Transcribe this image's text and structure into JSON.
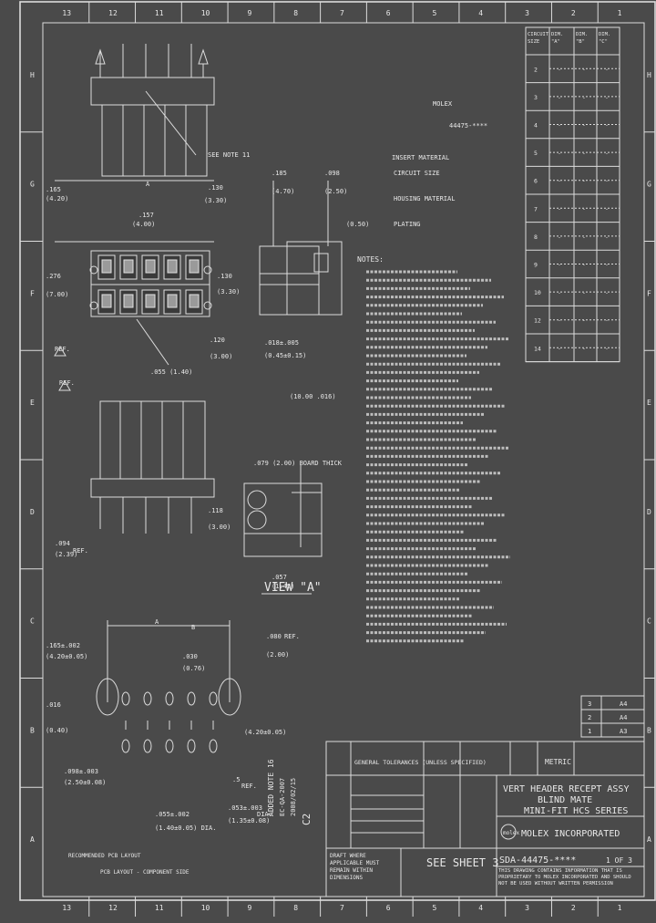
{
  "zone_cols": [
    "13",
    "12",
    "11",
    "10",
    "9",
    "8",
    "7",
    "6",
    "5",
    "4",
    "3",
    "2",
    "1"
  ],
  "zone_rows": [
    "H",
    "G",
    "F",
    "E",
    "D",
    "C",
    "B",
    "A"
  ],
  "dims_table": {
    "headers": [
      "CIRCUIT SIZE",
      "DIM. \"A\"",
      "DIM. \"B\"",
      "DIM. \"C\""
    ],
    "rows": [
      [
        "2",
        "-",
        "-",
        "-"
      ],
      [
        "3",
        "-",
        "-",
        "-"
      ],
      [
        "4",
        "-",
        "-",
        "-"
      ],
      [
        "5",
        "-",
        "-",
        "-"
      ],
      [
        "6",
        "-",
        "-",
        "-"
      ],
      [
        "7",
        "-",
        "-",
        "-"
      ],
      [
        "8",
        "-",
        "-",
        "-"
      ],
      [
        "9",
        "-",
        "-",
        "-"
      ],
      [
        "10",
        "-",
        "-",
        "-"
      ],
      [
        "12",
        "-",
        "-",
        "-"
      ],
      [
        "14",
        "-",
        "-",
        "-"
      ]
    ]
  },
  "callouts": {
    "see_note": "SEE NOTE 11",
    "view_a": "VIEW \"A\"",
    "dia": "DIA.",
    "ref": "REF.",
    "recommended_holes": "RECOMMENDED PCB LAYOUT",
    "pcb_component_side": "PCB LAYOUT - COMPONENT SIDE"
  },
  "notes_heading": "NOTES:",
  "title_block": {
    "tolerances": "GENERAL TOLERANCES (UNLESS SPECIFIED)",
    "units": "METRIC",
    "title_line1": "VERT HEADER RECEPT ASSY",
    "title_line2": "BLIND MATE",
    "title_line3": "MINI-FIT HCS SERIES",
    "company": "MOLEX INCORPORATED",
    "doc_no": "SDA-44475-****",
    "see_sheet": "SEE SHEET 3",
    "sheet": "1 OF 3",
    "disclaimer": "THIS DRAWING CONTAINS INFORMATION THAT IS PROPRIETARY TO MOLEX INCORPORATED AND SHOULD NOT BE USED WITHOUT WRITTEN PERMISSION",
    "draft": "DRAFT WHERE APPLICABLE MUST REMAIN WITHIN DIMENSIONS"
  }
}
